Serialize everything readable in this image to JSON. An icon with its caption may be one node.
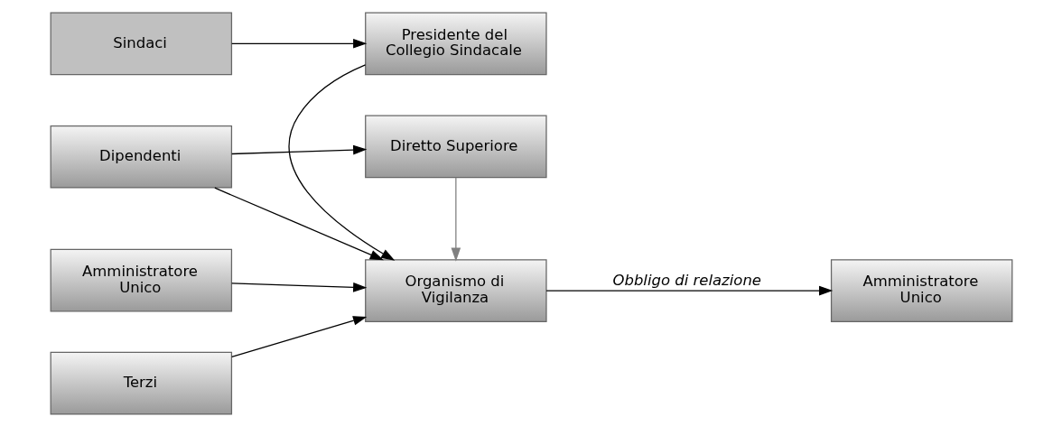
{
  "diagram": {
    "nodes": [
      {
        "text": [
          "Dipendenti"
        ]
      },
      {
        "text": [
          "Diretto Superiore"
        ]
      },
      {
        "text": [
          "Terzi"
        ]
      },
      {
        "text": [
          "Organismo di Vigilanza"
        ]
      },
      {
        "text": [
          "Amministratore Unico"
        ]
      },
      {
        "text": [
          "Amministratore Unico"
        ]
      },
      {
        "text": [
          "Sindaci"
        ]
      },
      {
        "text": [
          "Presidente del Collegio Sindacale"
        ]
      }
    ],
    "edges": [
      {
        "from": 0,
        "to": 1,
        "arrow": "to"
      },
      {
        "from": 0,
        "to": 3,
        "arrow": "to"
      },
      {
        "from": 1,
        "to": 3,
        "arrow": "to",
        "color": "#808080"
      },
      {
        "from": 2,
        "to": 3,
        "arrow": "to"
      },
      {
        "from": 3,
        "to": 4,
        "arrow": "to",
        "label": "Obbligo di relazione"
      },
      {
        "from": 5,
        "to": 3,
        "arrow": "to"
      },
      {
        "from": 6,
        "to": 7,
        "arrow": "to"
      },
      {
        "from": 7,
        "to": 3,
        "arrow": "to"
      }
    ]
  }
}
